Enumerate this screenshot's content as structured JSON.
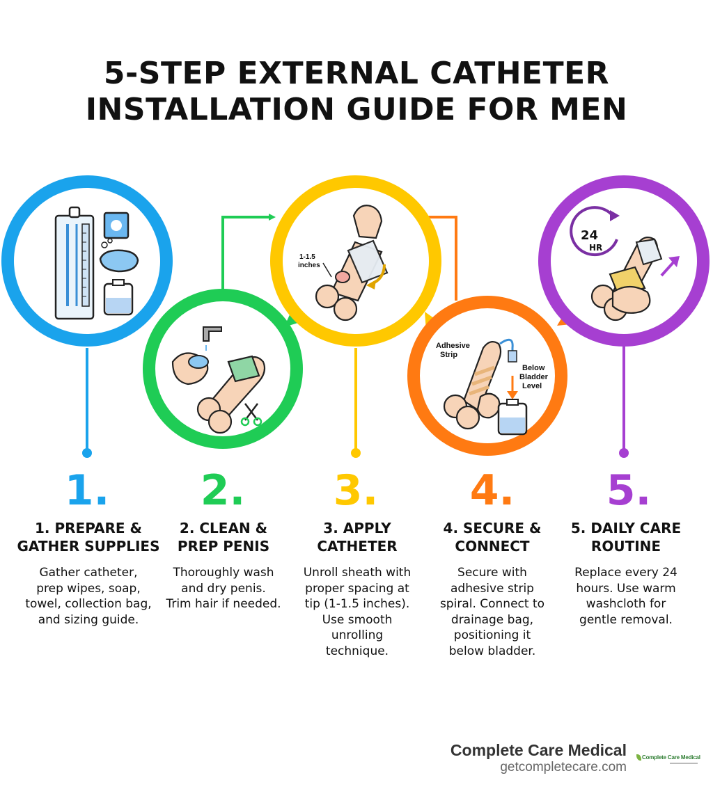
{
  "title": {
    "line1": "5-STEP EXTERNAL CATHETER",
    "line2": "INSTALLATION GUIDE FOR MEN"
  },
  "colors": {
    "step1": "#1aa3ec",
    "step2": "#1fcc55",
    "step3": "#ffc800",
    "step4": "#ff7a12",
    "step5": "#a63fd1",
    "skin": "#f7d4b8",
    "text": "#111111"
  },
  "steps": [
    {
      "number": "1.",
      "heading": [
        "1. PREPARE &",
        "GATHER SUPPLIES"
      ],
      "description": [
        "Gather catheter,",
        "prep wipes, soap,",
        "towel, collection bag,",
        "and sizing guide."
      ],
      "icons": [
        "catheter-package-icon",
        "prep-wipe-icon",
        "soap-icon",
        "collection-bag-icon"
      ]
    },
    {
      "number": "2.",
      "heading": [
        "2. CLEAN &",
        "PREP PENIS"
      ],
      "description": [
        "Thoroughly wash",
        "and dry penis.",
        "Trim hair if needed."
      ],
      "icons": [
        "faucet-icon",
        "washing-hands-icon",
        "towel-icon",
        "scissors-icon"
      ]
    },
    {
      "number": "3.",
      "heading": [
        "3. APPLY",
        "CATHETER"
      ],
      "description": [
        "Unroll sheath with",
        "proper spacing at",
        "tip (1-1.5 inches).",
        "Use smooth",
        "unrolling",
        "technique."
      ],
      "icons": [
        "hand-icon",
        "sheath-icon",
        "curved-arrow-icon"
      ],
      "annotation": [
        "1-1.5",
        "inches"
      ]
    },
    {
      "number": "4.",
      "heading": [
        "4. SECURE &",
        "CONNECT"
      ],
      "description": [
        "Secure with",
        "adhesive strip",
        "spiral. Connect to",
        "drainage bag,",
        "positioning it",
        "below bladder."
      ],
      "icons": [
        "adhesive-strip-icon",
        "tubing-icon",
        "down-arrow-icon",
        "drainage-bag-icon"
      ],
      "annotation_left": [
        "Adhesive",
        "Strip"
      ],
      "annotation_right": [
        "Below",
        "Bladder",
        "Level"
      ]
    },
    {
      "number": "5.",
      "heading": [
        "5. DAILY CARE",
        "ROUTINE"
      ],
      "description": [
        "Replace every 24",
        "hours. Use warm",
        "washcloth for",
        "gentle removal."
      ],
      "icons": [
        "clock-24hr-icon",
        "washcloth-icon",
        "up-arrow-icon"
      ],
      "clock_label": [
        "24",
        "HR"
      ]
    }
  ],
  "brand": {
    "name": "Complete Care Medical",
    "url": "getcompletecare.com",
    "logo_text": "Complete Care Medical"
  }
}
